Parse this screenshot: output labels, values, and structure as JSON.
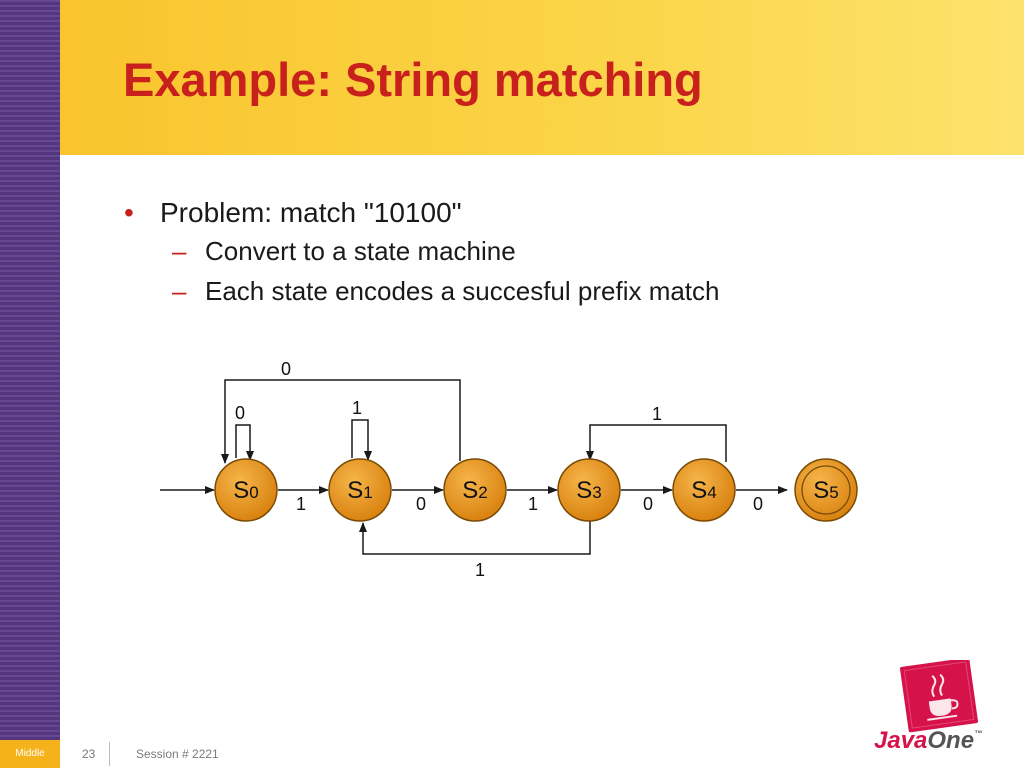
{
  "slide": {
    "title": "Example: String matching",
    "bullets": [
      {
        "text": "Problem: match \"10100\"",
        "marker": "•"
      },
      {
        "text": "Convert to a state machine",
        "marker": "–"
      },
      {
        "text": "Each state encodes a succesful prefix match",
        "marker": "–"
      }
    ]
  },
  "diagram": {
    "states": [
      {
        "id": "s0",
        "letter": "S",
        "index": "0",
        "accepting": false
      },
      {
        "id": "s1",
        "letter": "S",
        "index": "1",
        "accepting": false
      },
      {
        "id": "s2",
        "letter": "S",
        "index": "2",
        "accepting": false
      },
      {
        "id": "s3",
        "letter": "S",
        "index": "3",
        "accepting": false
      },
      {
        "id": "s4",
        "letter": "S",
        "index": "4",
        "accepting": false
      },
      {
        "id": "s5",
        "letter": "S",
        "index": "5",
        "accepting": true
      }
    ],
    "transitions": [
      {
        "from": "s0",
        "to": "s1",
        "label": "1"
      },
      {
        "from": "s1",
        "to": "s2",
        "label": "0"
      },
      {
        "from": "s2",
        "to": "s3",
        "label": "1"
      },
      {
        "from": "s3",
        "to": "s4",
        "label": "0"
      },
      {
        "from": "s4",
        "to": "s5",
        "label": "0"
      },
      {
        "from": "s0",
        "to": "s0",
        "label": "0"
      },
      {
        "from": "s1",
        "to": "s1",
        "label": "1"
      },
      {
        "from": "s2",
        "to": "s0",
        "label": "0"
      },
      {
        "from": "s4",
        "to": "s3",
        "label": "1"
      },
      {
        "from": "s3",
        "to": "s1",
        "label": "1"
      }
    ],
    "colors": {
      "state_fill": "#e8951a",
      "state_stroke": "#7a4a05",
      "edge": "#1a1a1a"
    }
  },
  "footer": {
    "tag": "Middle",
    "page_number": "23",
    "session": "Session # 2221"
  },
  "logo": {
    "text_java": "Java",
    "text_one": "One",
    "tm": "™",
    "icon": "java-cup-icon"
  }
}
